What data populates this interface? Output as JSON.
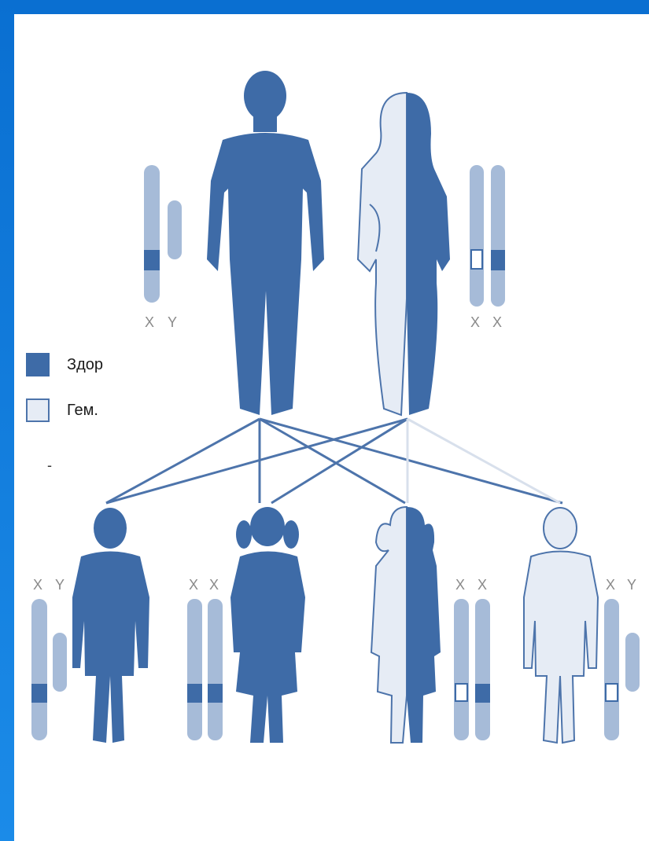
{
  "colors": {
    "healthy": "#3e6ba7",
    "hemophilia": "#e6ecf5",
    "outline": "#4d74ab",
    "chromosome": "#a6bbd8",
    "frame": "#0a6fd1"
  },
  "legend": {
    "healthy_label": "Здор",
    "hemophilia_label": "Гем."
  },
  "parents": {
    "father": {
      "chromosomes": [
        "X",
        "Y"
      ]
    },
    "mother": {
      "chromosomes": [
        "X",
        "X"
      ]
    }
  },
  "children": [
    {
      "chromosomes": [
        "X",
        "Y"
      ]
    },
    {
      "chromosomes": [
        "X",
        "X"
      ]
    },
    {
      "chromosomes": [
        "X",
        "X"
      ]
    },
    {
      "chromosomes": [
        "X",
        "Y"
      ]
    }
  ],
  "footnote": "-"
}
